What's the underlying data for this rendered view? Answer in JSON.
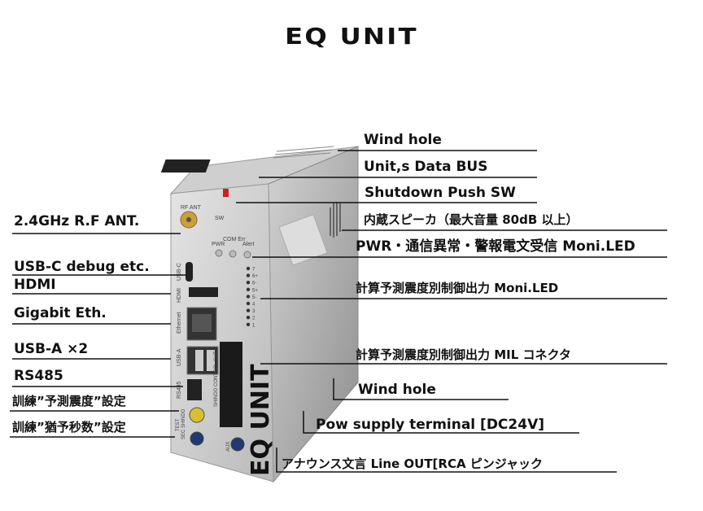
{
  "title": "EQ UNIT",
  "device": {
    "rf_ant": "RF ANT",
    "sw": "SW",
    "pwr": "PWR",
    "com_err": "COM Err",
    "alert": "Alert",
    "led_levels": [
      "7",
      "6+",
      "6-",
      "5+",
      "5-",
      "4",
      "3",
      "2",
      "1"
    ],
    "port_usbc": "USB-C",
    "port_hdmi": "HDMI",
    "port_ethernet": "Ethernet",
    "port_usba": "USB-A",
    "port_rs485": "RS485",
    "port_test": "TEST",
    "port_sec_shindo": "SEC SHINDO",
    "port_aux": "AUX",
    "port_shindo_control": "SHINDO CONTROL OUT",
    "brand": "EQ UNIT"
  },
  "labels_right": {
    "wind_hole_top": "Wind hole",
    "data_bus": "Unit,s Data BUS",
    "shutdown_sw": "Shutdown Push SW",
    "speaker": "内蔵スピーカ（最大音量 80dB 以上）",
    "status_led": "PWR・通信異常・警報電文受信 Moni.LED",
    "output_led": "計算予測震度別制御出力 Moni.LED",
    "mil_connector": "計算予測震度別制御出力 MIL コネクタ",
    "wind_hole_side": "Wind hole",
    "power_terminal": "Pow supply terminal [DC24V]",
    "line_out": "アナウンス文言 Line OUT[RCA ピンジャック"
  },
  "labels_left": {
    "rf_ant": "2.4GHz R.F ANT.",
    "usbc": "USB-C debug etc.",
    "hdmi": "HDMI",
    "ethernet": "Gigabit Eth.",
    "usba": "USB-A ×2",
    "rs485": "RS485",
    "training_intensity": "訓練”予測震度”設定",
    "training_seconds": "訓練”猶予秒数”設定"
  }
}
